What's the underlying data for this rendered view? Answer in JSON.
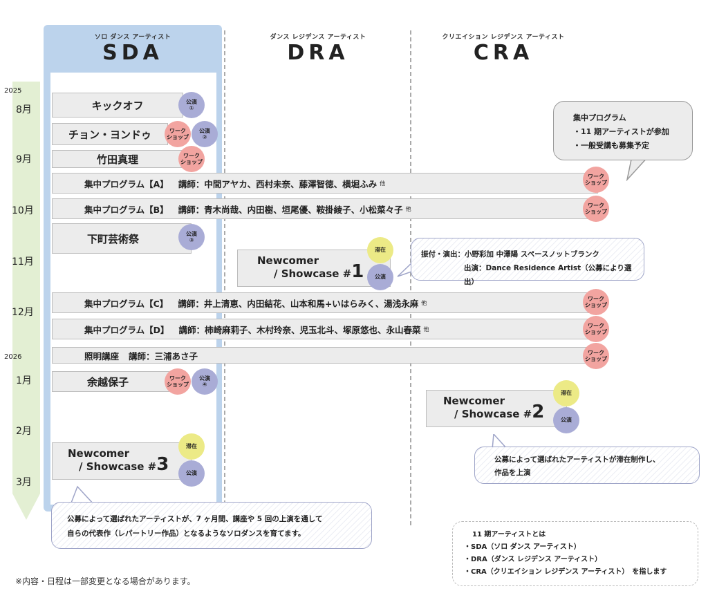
{
  "columns": {
    "sda": {
      "sub": "ソロ ダンス アーティスト",
      "title": "SDA"
    },
    "dra": {
      "sub": "ダンス レジデンス アーティスト",
      "title": "DRA"
    },
    "cra": {
      "sub": "クリエイション レジデンス アーティスト",
      "title": "CRA"
    }
  },
  "timeline": {
    "year_2025": "2025",
    "year_2026": "2026",
    "months": [
      "8月",
      "9月",
      "10月",
      "11月",
      "12月",
      "1月",
      "2月",
      "3月"
    ]
  },
  "badges": {
    "workshop": "ワーク\nショップ",
    "performance": "公演",
    "residency": "滞在",
    "perf_1": "公演\n①",
    "perf_2": "公演\n②",
    "perf_3": "公演\n③",
    "perf_4": "公演\n④"
  },
  "events": {
    "kickoff": "キックオフ",
    "jeong": "チョン・ヨンドゥ",
    "takeda": "竹田真理",
    "prog_a_title": "集中プログラム【A】",
    "prog_a_teachers": "講師：中間アヤカ、西村未奈、藤澤智徳、横堀ふみ",
    "prog_b_title": "集中プログラム【B】",
    "prog_b_teachers": "講師：青木尚哉、内田樹、垣尾優、鞍掛綾子、小松菜々子",
    "shitamachi": "下町芸術祭",
    "prog_c_title": "集中プログラム【C】",
    "prog_c_teachers": "講師：井上清恵、内田結花、山本和馬+いはらみく、湯浅永麻",
    "prog_d_title": "集中プログラム【D】",
    "prog_d_teachers": "講師：柿崎麻莉子、木村玲奈、児玉北斗、塚原悠也、永山春菜",
    "lighting_title": "照明講座",
    "lighting_teacher": "講師：三浦あさ子",
    "yokoshi": "余越保子",
    "other": "他"
  },
  "newcomer": {
    "line1": "Newcomer",
    "line2": "/ Showcase #",
    "n1": "1",
    "n2": "2",
    "n3": "3"
  },
  "callouts": {
    "intensive_title": "集中プログラム",
    "intensive_b1": "・11 期アーティストが参加",
    "intensive_b2": "・一般受講も募集予定",
    "dra_line1": "振付・演出：小野彩加 中澤陽 スペースノットブランク",
    "dra_line2": "出演：Dance Residence Artist（公募により選出）",
    "cra_line1": "公募によって選ばれたアーティストが滞在制作し、",
    "cra_line2": "作品を上演",
    "sda_line1": "公募によって選ばれたアーティストが、7 ヶ月間、講座や 5 回の上演を通して",
    "sda_line2": "自らの代表作（レパートリー作品）となるようなソロダンスを育てます。"
  },
  "legend": {
    "title": "11 期アーティストとは",
    "l1": "・SDA（ソロ ダンス アーティスト）",
    "l2": "・DRA（ダンス レジデンス アーティスト）",
    "l3": "・CRA（クリエイション レジデンス アーティスト）　を指します"
  },
  "footnote": "※内容・日程は一部変更となる場合があります。",
  "colors": {
    "sda_panel": "#bcd3ec",
    "timeline_arrow": "#e3efd3",
    "workshop": "#f2a4a0",
    "performance": "#a9acd6",
    "residency": "#ecea86"
  }
}
